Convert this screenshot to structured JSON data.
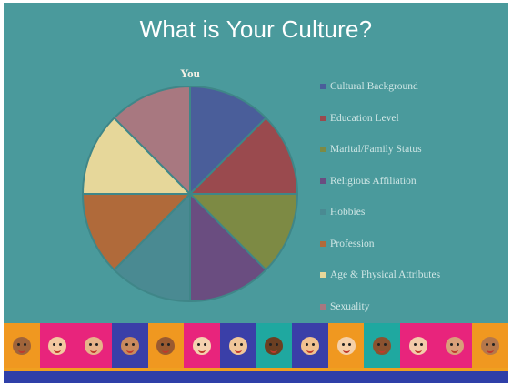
{
  "slide": {
    "title": "What is Your Culture?"
  },
  "chart_data": {
    "type": "pie",
    "title": "You",
    "legend_position": "right",
    "slices": [
      {
        "label": "Cultural Background",
        "value": 12.5,
        "color": "#4a5e9a"
      },
      {
        "label": "Education Level",
        "value": 12.5,
        "color": "#9a4a4e"
      },
      {
        "label": "Marital/Family Status",
        "value": 12.5,
        "color": "#7d8a44"
      },
      {
        "label": "Religious Affiliation",
        "value": 12.5,
        "color": "#6a4d80"
      },
      {
        "label": "Hobbies",
        "value": 12.5,
        "color": "#4a8a92"
      },
      {
        "label": "Profession",
        "value": 12.5,
        "color": "#b06a3a"
      },
      {
        "label": "Age & Physical Attributes",
        "value": 12.5,
        "color": "#e6d79a"
      },
      {
        "label": "Sexuality",
        "value": 12.5,
        "color": "#a87880"
      }
    ]
  },
  "band": {
    "tiles": [
      {
        "bg": "#f09820",
        "skin": "#a0643a"
      },
      {
        "bg": "#e8247c",
        "skin": "#f3c9a0"
      },
      {
        "bg": "#e8247c",
        "skin": "#e7b48a"
      },
      {
        "bg": "#3a3fa8",
        "skin": "#c98a5e"
      },
      {
        "bg": "#f09820",
        "skin": "#9a5a30"
      },
      {
        "bg": "#e8247c",
        "skin": "#f5d2b0"
      },
      {
        "bg": "#3a3fa8",
        "skin": "#f0c79a"
      },
      {
        "bg": "#1fa8a0",
        "skin": "#6b3f22"
      },
      {
        "bg": "#3a3fa8",
        "skin": "#f2c290"
      },
      {
        "bg": "#f09820",
        "skin": "#f5d0a8"
      },
      {
        "bg": "#1fa8a0",
        "skin": "#8a5230"
      },
      {
        "bg": "#e8247c",
        "skin": "#f3ccaa"
      },
      {
        "bg": "#e8247c",
        "skin": "#d9a07a"
      },
      {
        "bg": "#f09820",
        "skin": "#b5774a"
      }
    ]
  }
}
